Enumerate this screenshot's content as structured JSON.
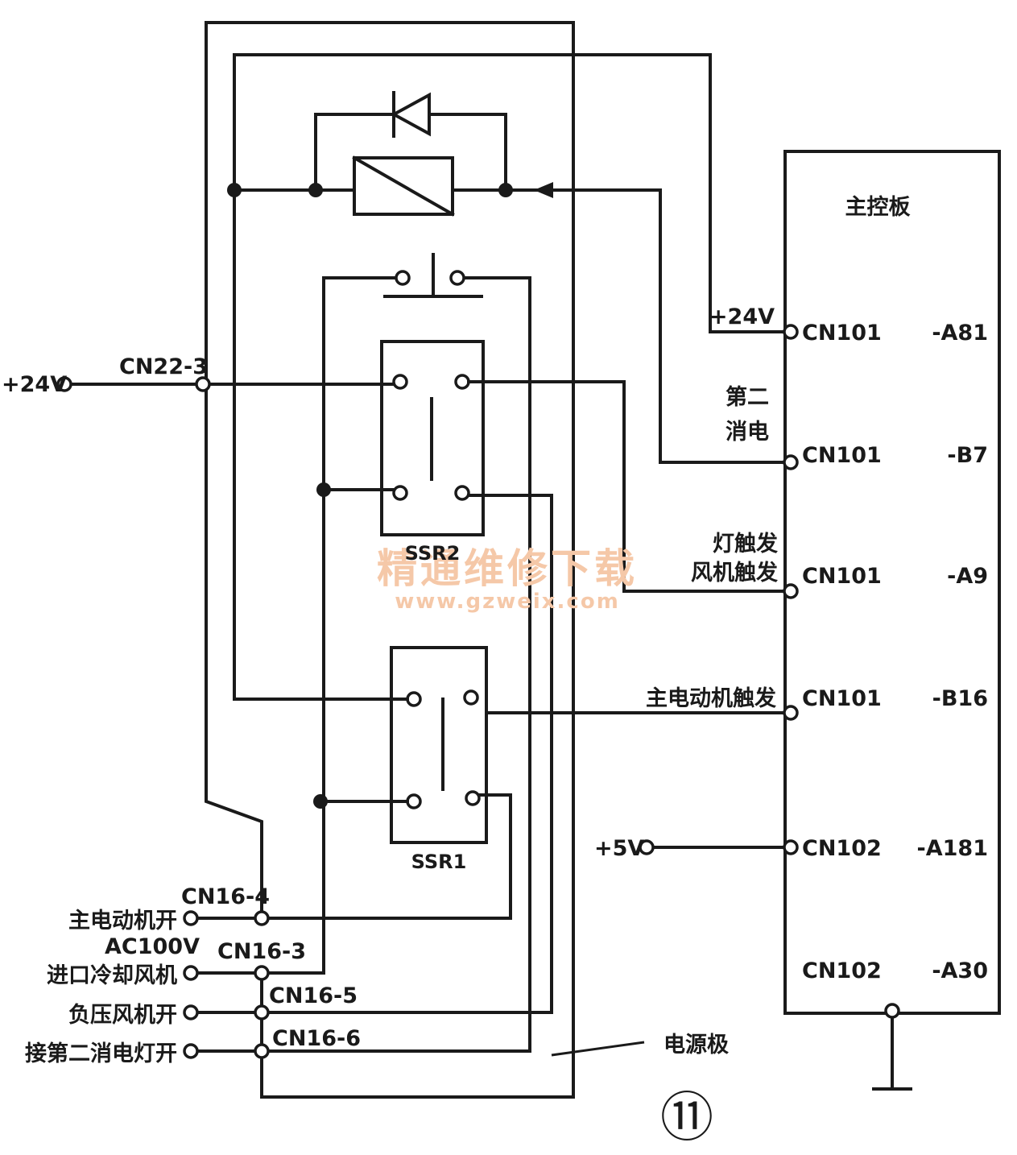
{
  "labels": {
    "main_board": "主控板",
    "power_board": "电源极",
    "figure_number": "⑪",
    "input_24v": "+24V",
    "cn22_3": "CN22-3",
    "ssr2": "SSR2",
    "ssr1": "SSR1",
    "v24_label": "+24V",
    "v5_label": "+5V",
    "second_discharge_1": "第二",
    "second_discharge_2": "消电",
    "lamp_trigger": "灯触发",
    "fan_trigger": "风机触发",
    "main_motor_trigger": "主电动机触发",
    "cn16_4": "CN16-4",
    "cn16_3": "CN16-3",
    "cn16_5": "CN16-5",
    "cn16_6": "CN16-6",
    "ac100v": "AC100V",
    "main_motor_on": "主电动机开",
    "inlet_cooling_fan": "进口冷却风机",
    "neg_pressure_fan_on": "负压风机开",
    "second_discharge_lamp_on": "接第二消电灯开"
  },
  "connectors": [
    {
      "cn": "CN101",
      "pin": "-A81"
    },
    {
      "cn": "CN101",
      "pin": "-B7"
    },
    {
      "cn": "CN101",
      "pin": "-A9"
    },
    {
      "cn": "CN101",
      "pin": "-B16"
    },
    {
      "cn": "CN102",
      "pin": "-A181"
    },
    {
      "cn": "CN102",
      "pin": "-A30"
    }
  ],
  "watermark": {
    "title": "精通维修下载",
    "url": "www.gzweix.com"
  }
}
